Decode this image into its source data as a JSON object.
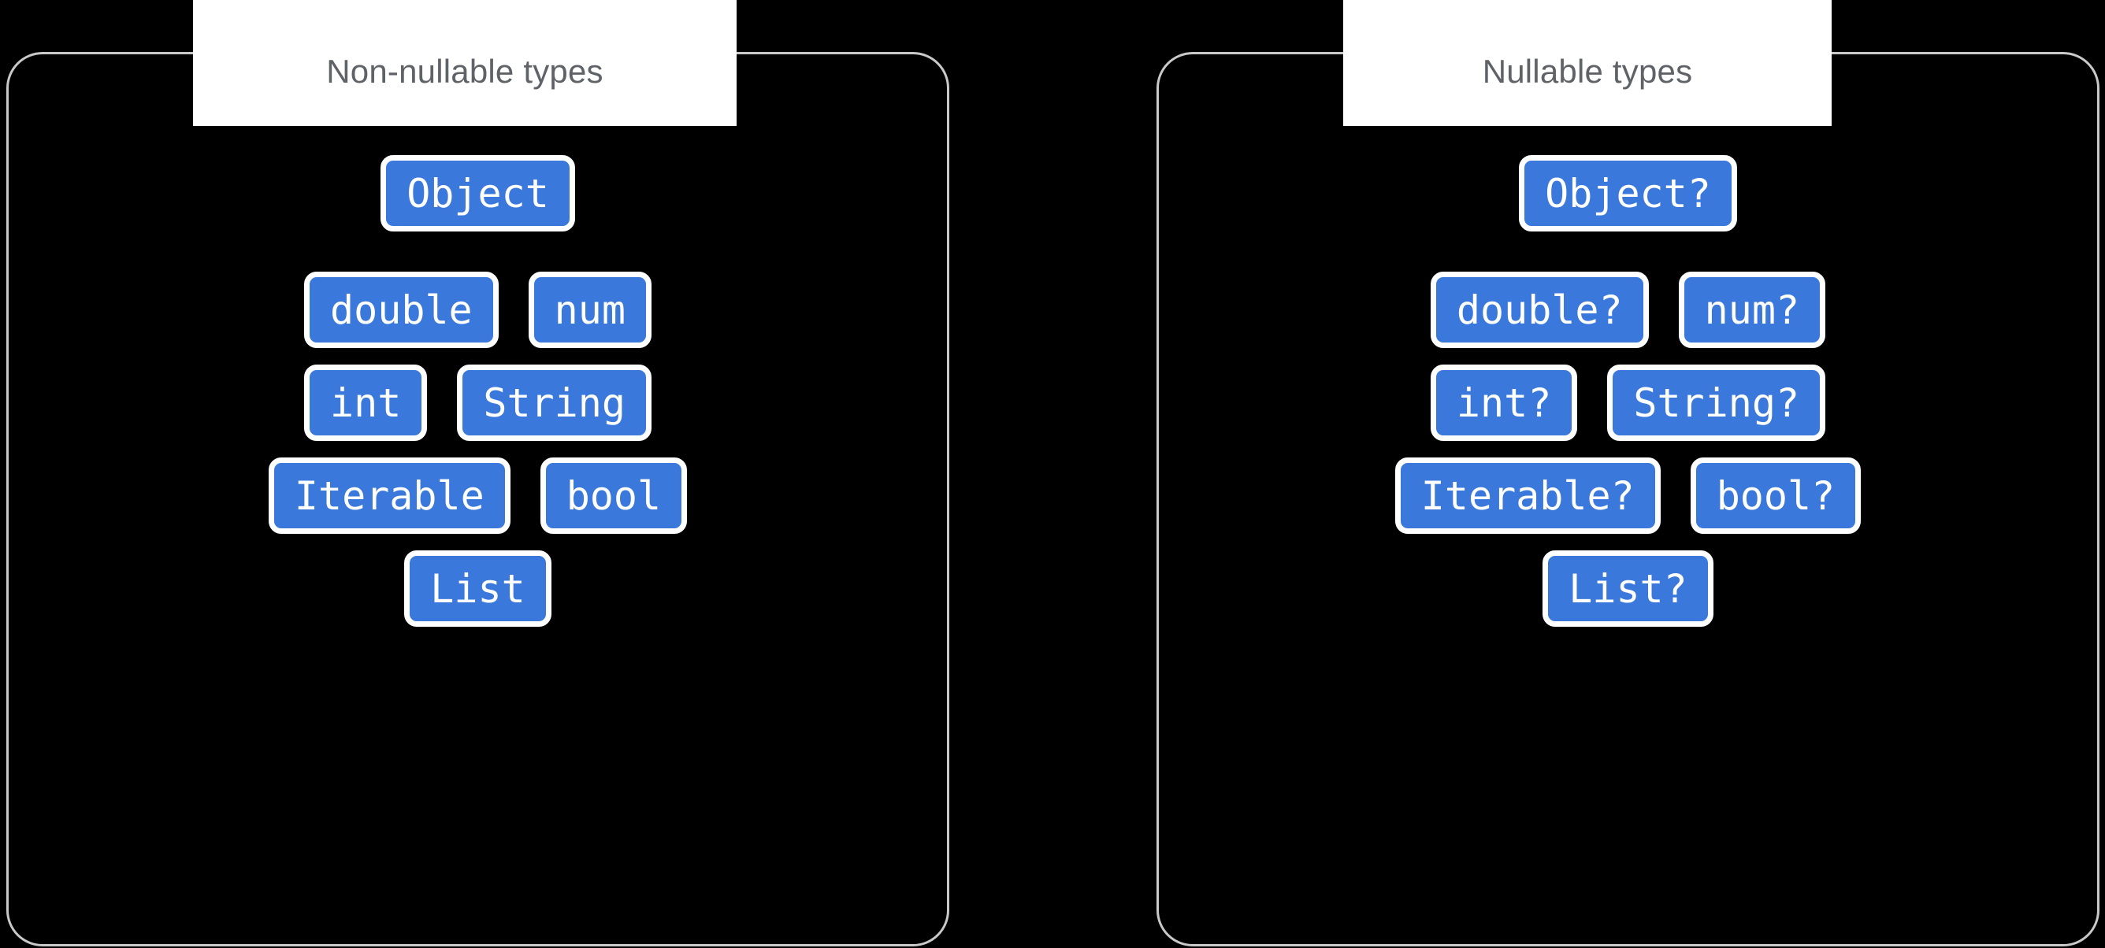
{
  "theme": {
    "background": "#000000",
    "panel_border": "#c9c9c9",
    "chip_fill": "#3b78dc",
    "chip_outline": "#ffffff",
    "chip_text": "#ffffff",
    "title_text": "#5f6368",
    "title_background": "#ffffff"
  },
  "panels": [
    {
      "id": "non-nullable",
      "title": "Non-nullable types",
      "rows": [
        {
          "chips": [
            "Object"
          ]
        },
        {
          "chips": [
            "double",
            "num"
          ]
        },
        {
          "chips": [
            "int",
            "String"
          ]
        },
        {
          "chips": [
            "Iterable",
            "bool"
          ]
        },
        {
          "chips": [
            "List"
          ]
        }
      ]
    },
    {
      "id": "nullable",
      "title": "Nullable types",
      "rows": [
        {
          "chips": [
            "Object?"
          ]
        },
        {
          "chips": [
            "double?",
            "num?"
          ]
        },
        {
          "chips": [
            "int?",
            "String?"
          ]
        },
        {
          "chips": [
            "Iterable?",
            "bool?"
          ]
        },
        {
          "chips": [
            "List?"
          ]
        }
      ]
    }
  ]
}
